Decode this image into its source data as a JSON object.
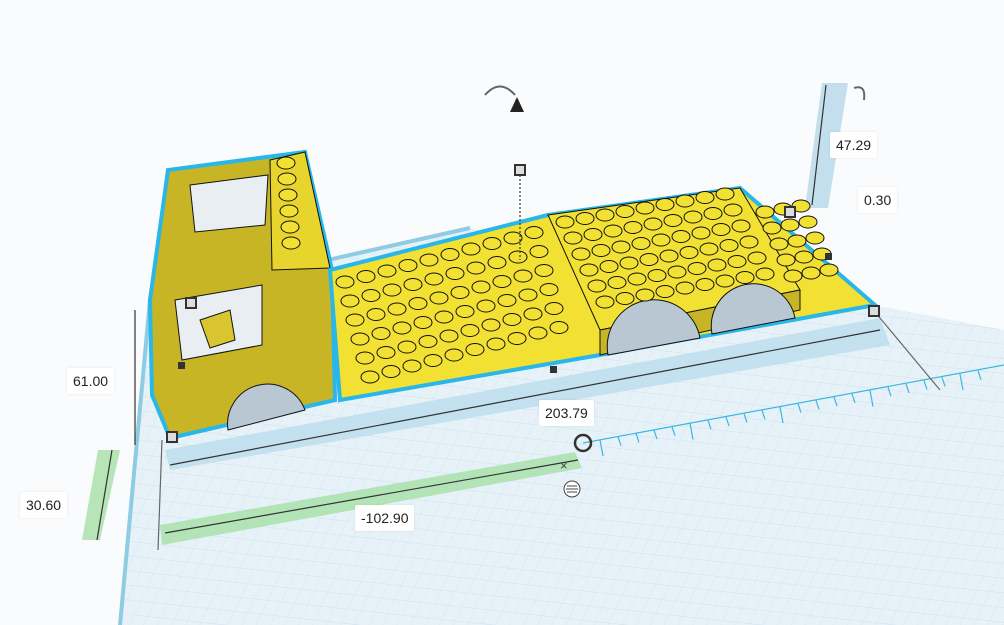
{
  "viewport": {
    "object_color": "#f2e133",
    "outline_color": "#29b6e8",
    "workplane_color": "#e3f1f7"
  },
  "dimensions": {
    "height": "61.00",
    "elevation": "30.60",
    "length": "203.79",
    "x_offset": "-102.90",
    "width": "47.29",
    "width_offset": "0.30"
  },
  "icons": {
    "rotate": "rotate-arrow-icon",
    "cone": "lift-cone-icon",
    "close": "close-icon",
    "menu": "menu-icon",
    "origin": "origin-circle-icon"
  }
}
